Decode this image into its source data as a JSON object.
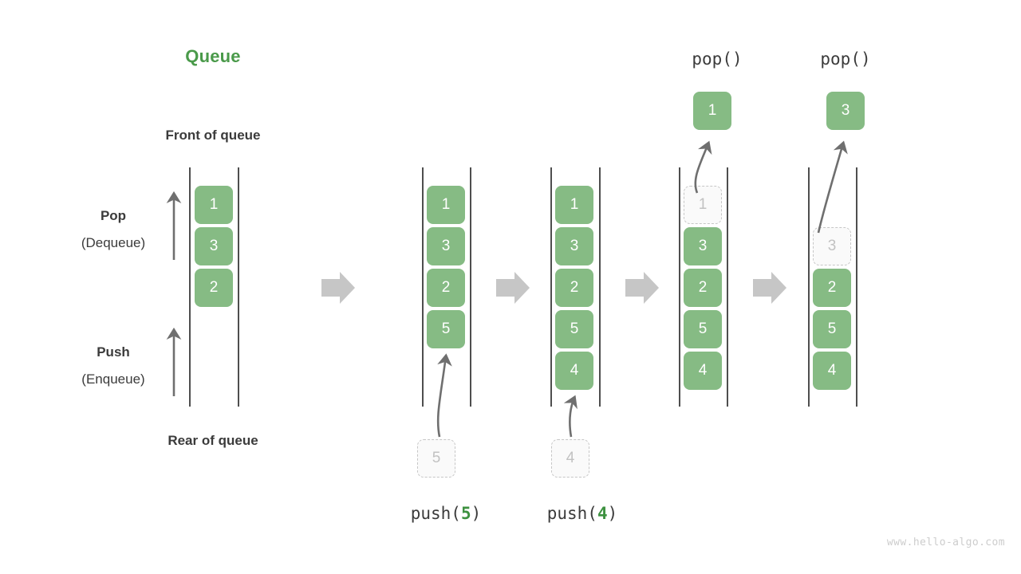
{
  "diagram": {
    "title": "Queue",
    "title_color": "#4a9a4a",
    "accent_color": "#86bb84",
    "ghost_color": "#c2c2c2",
    "connector_color": "#c6c6c6",
    "front_label": "Front of queue",
    "rear_label": "Rear of queue",
    "pop_label": "Pop",
    "pop_sublabel": "(Dequeue)",
    "push_label": "Push",
    "push_sublabel": "(Enqueue)",
    "watermark": "www.hello-algo.com"
  },
  "columns": [
    {
      "name": "initial-queue",
      "op_prefix": "",
      "op_arg": "",
      "op_suffix": "",
      "caption": "",
      "cells": [
        {
          "value": "1",
          "state": "filled"
        },
        {
          "value": "3",
          "state": "filled"
        },
        {
          "value": "2",
          "state": "filled"
        }
      ]
    },
    {
      "name": "after-push-5",
      "caption": "push(5)",
      "caption_prefix": "push(",
      "caption_arg": "5",
      "caption_suffix": ")",
      "incoming_value": "5",
      "cells": [
        {
          "value": "1",
          "state": "filled"
        },
        {
          "value": "3",
          "state": "filled"
        },
        {
          "value": "2",
          "state": "filled"
        },
        {
          "value": "5",
          "state": "filled"
        }
      ]
    },
    {
      "name": "after-push-4",
      "caption": "push(4)",
      "caption_prefix": "push(",
      "caption_arg": "4",
      "caption_suffix": ")",
      "incoming_value": "4",
      "cells": [
        {
          "value": "1",
          "state": "filled"
        },
        {
          "value": "3",
          "state": "filled"
        },
        {
          "value": "2",
          "state": "filled"
        },
        {
          "value": "5",
          "state": "filled"
        },
        {
          "value": "4",
          "state": "filled"
        }
      ]
    },
    {
      "name": "after-pop-1",
      "op_label": "pop()",
      "popped_value": "1",
      "cells": [
        {
          "value": "1",
          "state": "ghost"
        },
        {
          "value": "3",
          "state": "filled"
        },
        {
          "value": "2",
          "state": "filled"
        },
        {
          "value": "5",
          "state": "filled"
        },
        {
          "value": "4",
          "state": "filled"
        }
      ]
    },
    {
      "name": "after-pop-3",
      "op_label": "pop()",
      "popped_value": "3",
      "cells": [
        {
          "value": "",
          "state": "empty"
        },
        {
          "value": "3",
          "state": "ghost"
        },
        {
          "value": "2",
          "state": "filled"
        },
        {
          "value": "5",
          "state": "filled"
        },
        {
          "value": "4",
          "state": "filled"
        }
      ]
    }
  ]
}
